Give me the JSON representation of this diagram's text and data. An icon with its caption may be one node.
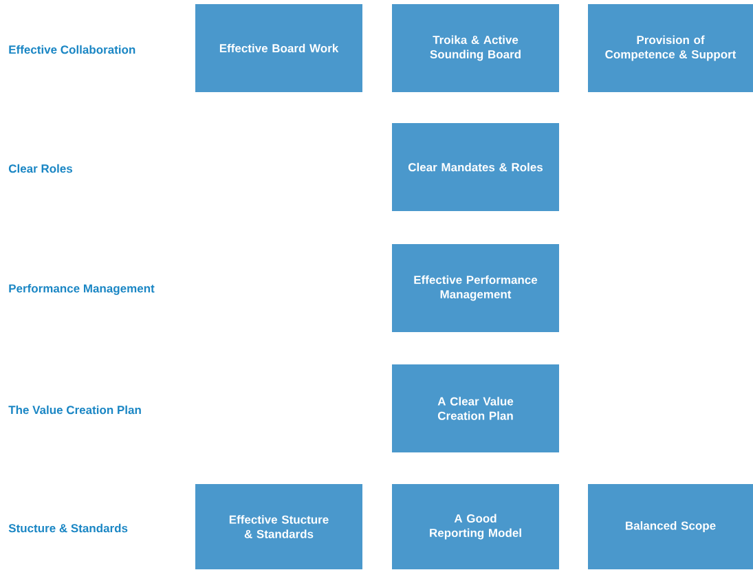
{
  "diagram": {
    "nodes": [
      {
        "text": [
          "Effective Board Work"
        ]
      },
      {
        "text": [
          "Troika & Active Sounding Board"
        ]
      },
      {
        "text": [
          "Provision of Competence & Support"
        ]
      },
      {
        "text": [
          "Clear Mandates & Roles"
        ]
      },
      {
        "text": [
          "Effective Performance Management"
        ]
      },
      {
        "text": [
          "A Clear Value Creation Plan"
        ]
      },
      {
        "text": [
          "Effective Stucture & Standards"
        ]
      },
      {
        "text": [
          "A Good Reporting Model"
        ]
      },
      {
        "text": [
          "Balanced Scope"
        ]
      }
    ],
    "labels": [
      "Effective Collaboration",
      "Clear Roles",
      "Performance Management",
      "The Value Creation Plan",
      "Stucture & Standards"
    ]
  }
}
